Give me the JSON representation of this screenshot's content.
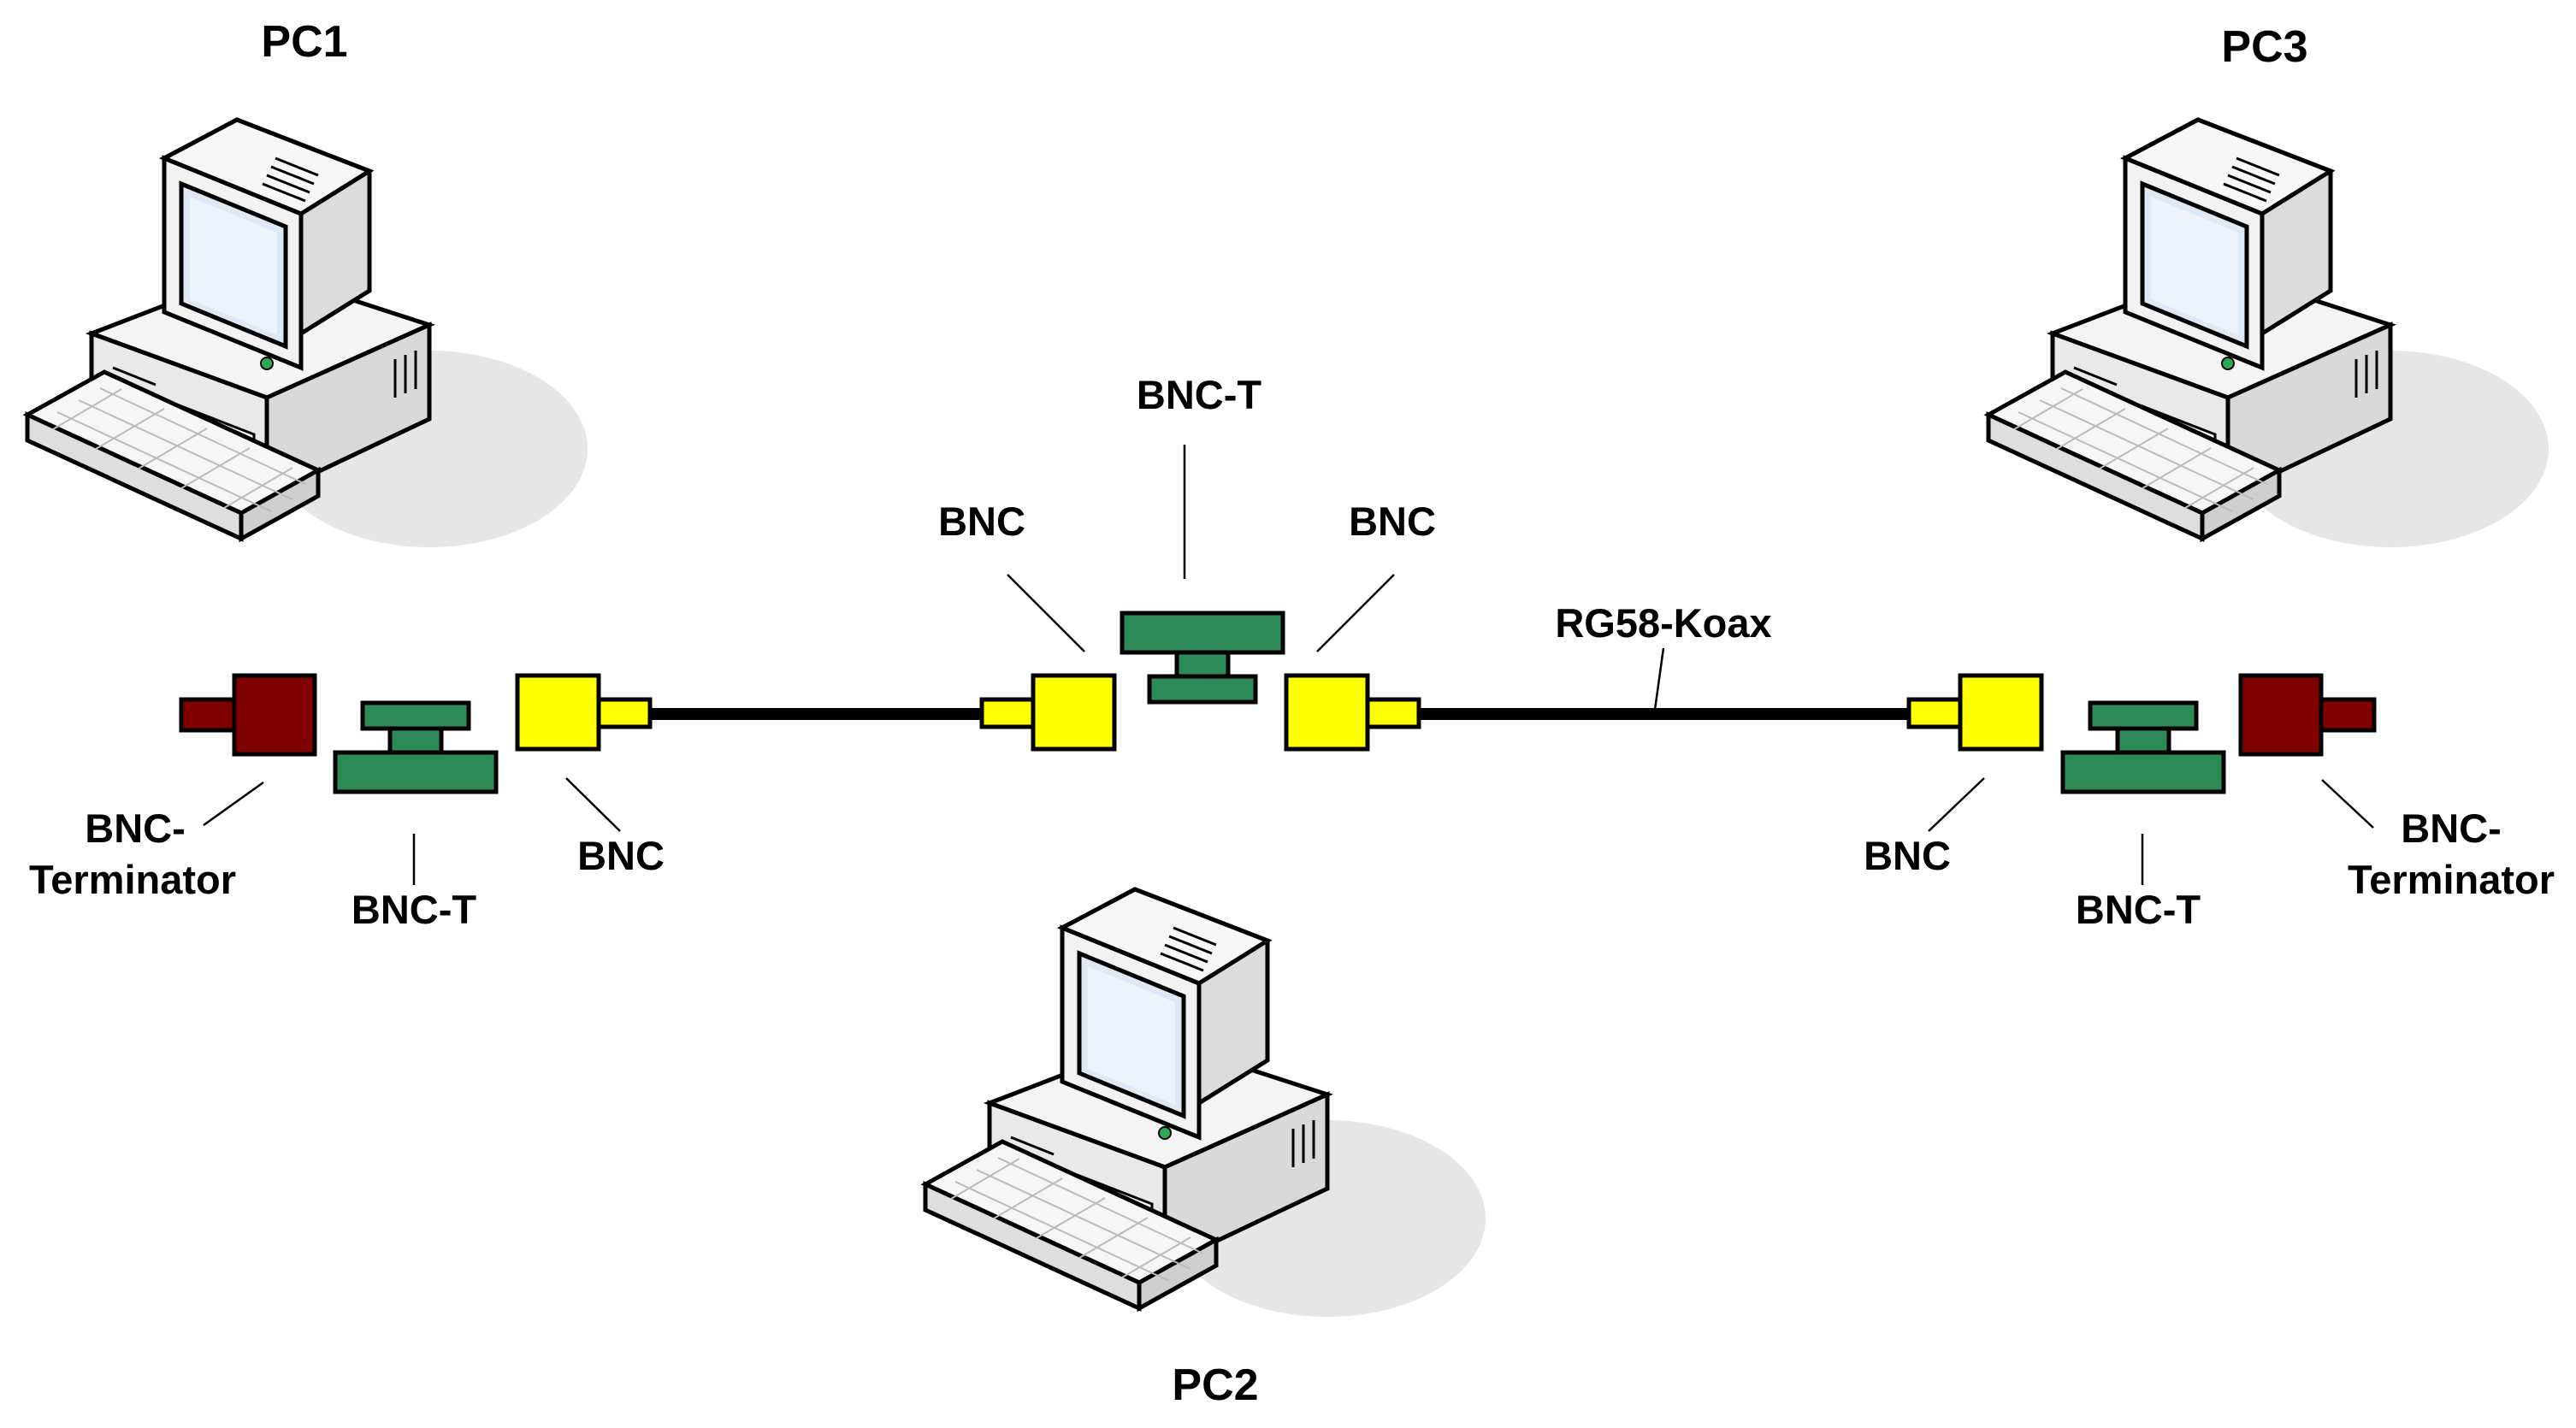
{
  "computers": {
    "pc1": "PC1",
    "pc2": "PC2",
    "pc3": "PC3"
  },
  "cable_label": "RG58-Koax",
  "connector_labels": {
    "bnc": "BNC",
    "bnc_t": "BNC-T",
    "terminator_line1": "BNC-",
    "terminator_line2": "Terminator"
  },
  "colors": {
    "bnc_connector": "#ffff00",
    "bnc_t_connector": "#2e8b57",
    "terminator": "#800000",
    "cable": "#000000"
  }
}
